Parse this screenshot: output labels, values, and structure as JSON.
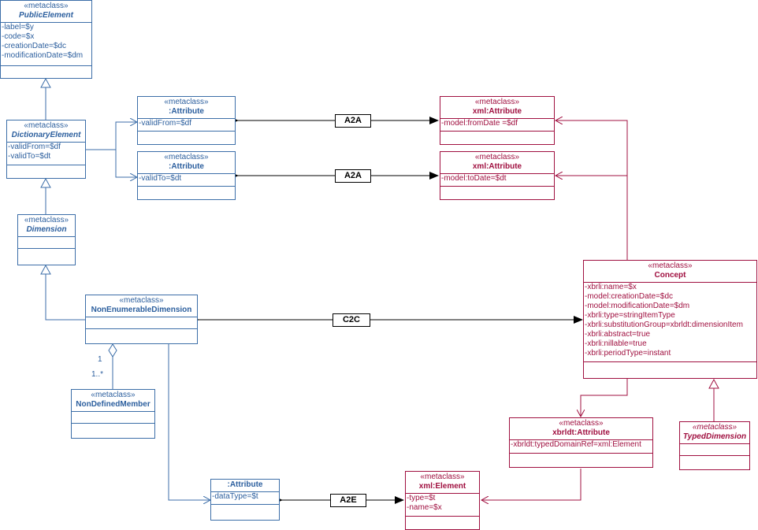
{
  "classes": {
    "public_element": {
      "stereotype": "«metaclass»",
      "name": "PublicElement",
      "attrs": [
        "-label=$y",
        "-code=$x",
        "-creationDate=$dc",
        "-modificationDate=$dm"
      ]
    },
    "dictionary_element": {
      "stereotype": "«metaclass»",
      "name": "DictionaryElement",
      "attrs": [
        "-validFrom=$df",
        "-validTo=$dt"
      ]
    },
    "dimension": {
      "stereotype": "«metaclass»",
      "name": "Dimension",
      "attrs": []
    },
    "non_enumerable_dimension": {
      "stereotype": "«metaclass»",
      "name": "NonEnumerableDimension",
      "attrs": []
    },
    "non_defined_member": {
      "stereotype": "«metaclass»",
      "name": "NonDefinedMember",
      "attrs": []
    },
    "attr_valid_from": {
      "stereotype": "«metaclass»",
      "name": ":Attribute",
      "attrs": [
        "-validFrom=$df"
      ]
    },
    "attr_valid_to": {
      "stereotype": "«metaclass»",
      "name": ":Attribute",
      "attrs": [
        "-validTo=$dt"
      ]
    },
    "attr_data_type": {
      "name": ":Attribute",
      "attrs": [
        "-dataType=$t"
      ]
    },
    "xml_attr_from": {
      "stereotype": "«metaclass»",
      "name": "xml:Attribute",
      "attrs": [
        "-model:fromDate =$df"
      ]
    },
    "xml_attr_to": {
      "stereotype": "«metaclass»",
      "name": "xml:Attribute",
      "attrs": [
        "-model:toDate=$dt"
      ]
    },
    "concept": {
      "stereotype": "«metaclass»",
      "name": "Concept",
      "attrs": [
        "-xbrli:name=$x",
        "-model:creationDate=$dc",
        "-model:modificationDate=$dm",
        "-xbrli:type=stringItemType",
        "-xbrli:substitutionGroup=xbrldt:dimensionItem",
        "-xbrli:abstract=true",
        "-xbrli:nillable=true",
        "-xbrli:periodType=instant"
      ]
    },
    "xbrldt_attribute": {
      "stereotype": "«metaclass»",
      "name": "xbrldt:Attribute",
      "attrs": [
        "-xbrldt:typedDomainRef=xml:Element"
      ]
    },
    "typed_dimension": {
      "stereotype": "«metaclass»",
      "name": "TypedDimension",
      "attrs": []
    },
    "xml_element": {
      "stereotype": "«metaclass»",
      "name": "xml:Element",
      "attrs": [
        "-type=$t",
        "-name=$x"
      ]
    }
  },
  "links": {
    "a2a_1": "A2A",
    "a2a_2": "A2A",
    "c2c": "C2C",
    "a2e": "A2E"
  },
  "multiplicity": {
    "source": "1",
    "target": "1..*"
  },
  "colors": {
    "left_model": "#2c5f9e",
    "right_model": "#a01040",
    "mapping": "#000000"
  }
}
